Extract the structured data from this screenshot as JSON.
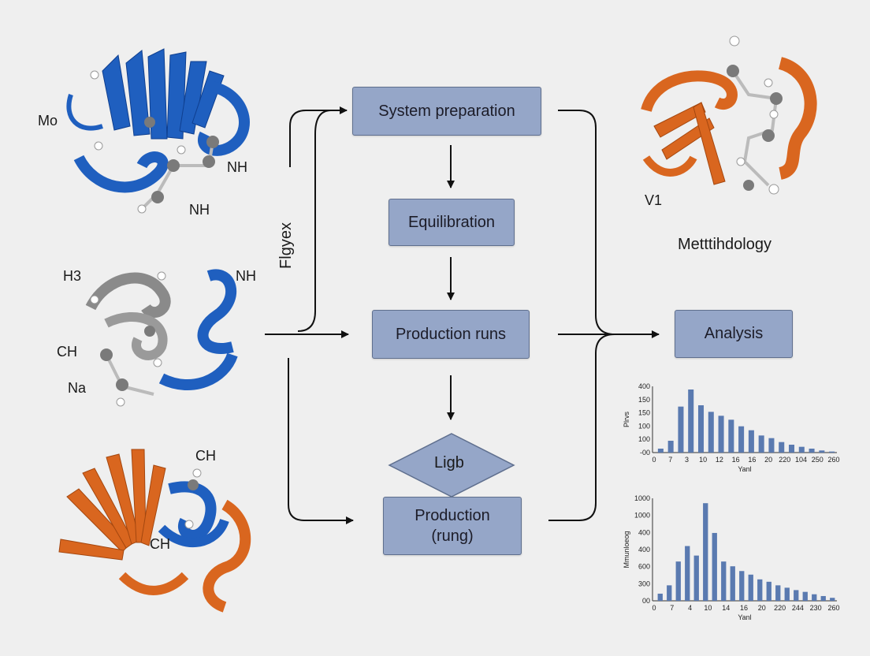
{
  "colors": {
    "blue": "#1f5fbf",
    "orange": "#d9661f",
    "gray": "#8a8a8a",
    "box_fill": "#95a6c8",
    "box_border": "#5f6f8e",
    "bar": "#5a7ab0",
    "arrow": "#111111"
  },
  "flow": {
    "system_preparation": "System preparation",
    "equilibration": "Equilibration",
    "production_runs": "Production runs",
    "diamond": "Ligb",
    "production_rung_line1": "Production",
    "production_rung_line2": "(rung)",
    "analysis": "Analysis"
  },
  "side_labels": {
    "vertical": "Flgyex",
    "methodology": "Metttihdology"
  },
  "molecule_labels": {
    "mo": "Mo",
    "nh1": "NH",
    "nh2": "NH",
    "h3": "H3",
    "nh3": "NH",
    "ch1": "CH",
    "na": "Na",
    "ch2": "CH",
    "ch3": "CH",
    "v1": "V1"
  },
  "chart_data": [
    {
      "type": "bar",
      "ylabel": "Plrvs",
      "xlabel": "Yanl",
      "ytick_labels": [
        "400",
        "150",
        "150",
        "100",
        "100",
        "-00"
      ],
      "xtick_labels": [
        "0",
        "7",
        "3",
        "10",
        "12",
        "16",
        "16",
        "20",
        "220",
        "104",
        "250",
        "260"
      ],
      "values": [
        15,
        45,
        175,
        240,
        180,
        155,
        140,
        125,
        100,
        85,
        65,
        55,
        40,
        30,
        22,
        15,
        8,
        4
      ]
    },
    {
      "type": "bar",
      "ylabel": "Mmunloeog",
      "xlabel": "Yanl",
      "ytick_labels": [
        "1000",
        "1000",
        "400",
        "400",
        "600",
        "300",
        "00"
      ],
      "xtick_labels": [
        "0",
        "7",
        "4",
        "10",
        "14",
        "16",
        "20",
        "220",
        "244",
        "230",
        "260"
      ],
      "values": [
        60,
        130,
        330,
        460,
        380,
        820,
        570,
        330,
        290,
        250,
        220,
        180,
        160,
        130,
        110,
        90,
        75,
        55,
        40,
        25
      ]
    }
  ]
}
